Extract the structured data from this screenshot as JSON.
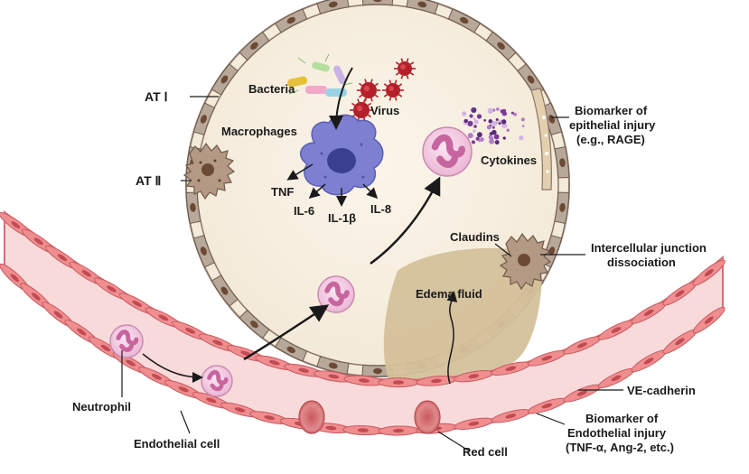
{
  "labels": {
    "at1": "AT Ⅰ",
    "at2": "AT Ⅱ",
    "bacteria": "Bacteria",
    "virus": "Virus",
    "macrophages": "Macrophages",
    "tnf": "TNF",
    "il6": "IL-6",
    "il1b": "IL-1β",
    "il8": "IL-8",
    "cytokines": "Cytokines",
    "biomarker_epi_1": "Biomarker of",
    "biomarker_epi_2": "epithelial injury",
    "biomarker_epi_3": "(e.g., RAGE)",
    "claudins": "Claudins",
    "junction_1": "Intercellular junction",
    "junction_2": "dissociation",
    "edema": "Edema fluid",
    "ve_cadherin": "VE-cadherin",
    "biomarker_endo_1": "Biomarker of",
    "biomarker_endo_2": "Endothelial injury",
    "biomarker_endo_3": "(TNF-α, Ang-2, etc.)",
    "neutrophil": "Neutrophil",
    "endothelial_cell": "Endothelial cell",
    "red_cell": "Red cell"
  },
  "colors": {
    "alveolus_fill": "#f7efe2",
    "epithelial_cell": "#b8a89a",
    "epithelial_outline": "#6e5a4c",
    "nucleus_brown": "#6b4a35",
    "vessel_fill": "#f9d7d9",
    "endothelial": "#ef8d8f",
    "endothelial_outline": "#c85a60",
    "edema": "#d6c4a0",
    "macrophage": "#7b7fcf",
    "neutrophil": "#f2c6e2",
    "neutrophil_nucleus": "#c7659f",
    "red_cell": "#d9787b",
    "virus": "#b4202a"
  }
}
